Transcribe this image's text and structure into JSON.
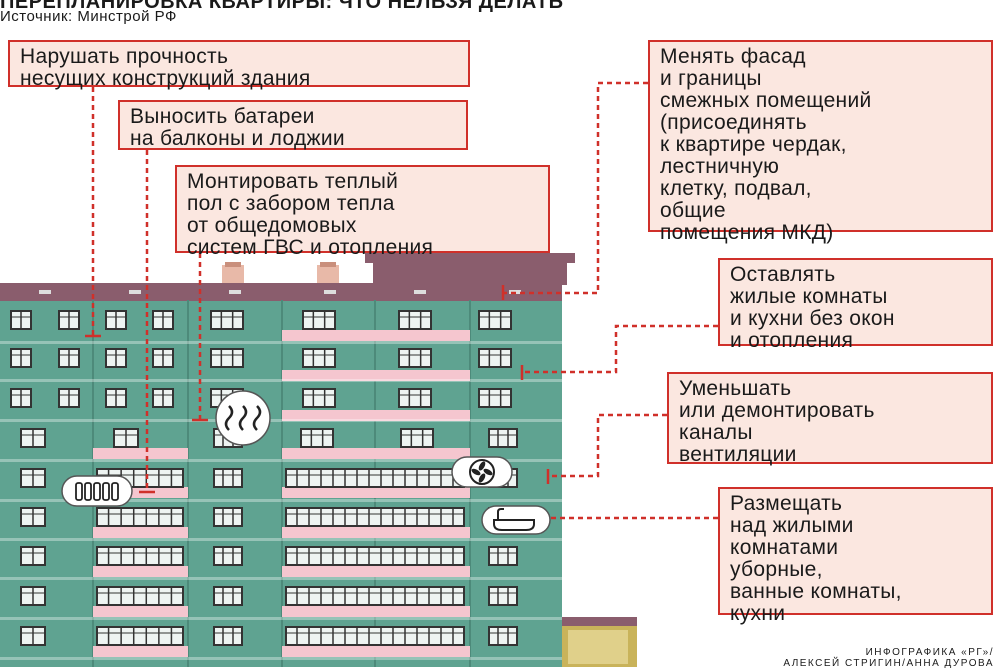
{
  "header": {
    "title": "ПЕРЕПЛАНИРОВКА КВАРТИРЫ: ЧТО НЕЛЬЗЯ ДЕЛАТЬ",
    "source": "Источник: Минстрой РФ"
  },
  "callouts": [
    {
      "id": "strength",
      "text": "Нарушать прочность\nнесущих конструкций здания"
    },
    {
      "id": "radiators",
      "text": "Выносить батареи\nна балконы и лоджии"
    },
    {
      "id": "warm-floor",
      "text": "Монтировать теплый\nпол с забором тепла\nот общедомовых\nсистем ГВС и отопления"
    },
    {
      "id": "facade",
      "text": "Менять фасад\nи границы\nсмежных помещений\n(присоединять\nк квартире чердак,\nлестничную\nклетку, подвал,\nобщие\nпомещения МКД)"
    },
    {
      "id": "windows",
      "text": "Оставлять\nжилые комнаты\nи кухни без окон\nи отопления"
    },
    {
      "id": "ventilation",
      "text": "Уменьшать\nили демонтировать\nканалы\nвентиляции"
    },
    {
      "id": "toilets",
      "text": "Размещать\nнад жилыми\nкомнатами\nуборные,\nванные комнаты,\nкухни"
    }
  ],
  "credit": "ИНФОГРАФИКА «РГ»/\nАЛЕКСЕЙ СТРИГИН/АННА ДУРОВА",
  "colors": {
    "facade": "#5fa391",
    "roof": "#8a5d6d",
    "balcony": "#f5c6cf",
    "accent": "#d0302a",
    "box_fill": "#fbe7e0",
    "extension": "#c9b35a"
  },
  "icons": [
    "steam-icon",
    "radiator-icon",
    "fan-icon",
    "bathtub-icon"
  ]
}
